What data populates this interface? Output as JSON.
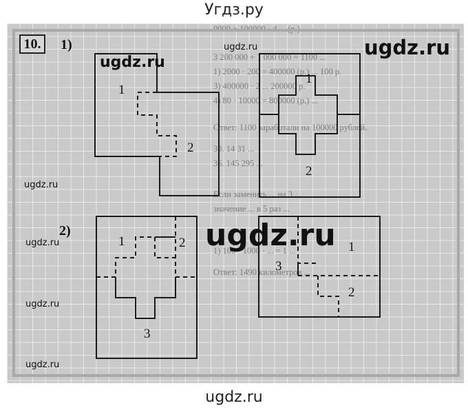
{
  "site": {
    "header": "Угдз.ру",
    "footer": "ugdz.ru"
  },
  "watermarks": {
    "small": "ugdz.ru",
    "large": "ugdz.ru"
  },
  "exercise": {
    "number": "10."
  },
  "part1": {
    "label": "1)",
    "figure_a": {
      "piece1": "1",
      "piece2": "2"
    },
    "figure_b": {
      "piece1": "1",
      "piece2": "2"
    }
  },
  "part2": {
    "label": "2)",
    "figure_a": {
      "piece1": "1",
      "piece2": "2",
      "piece3": "3"
    },
    "figure_b": {
      "piece1": "1",
      "piece2": "2",
      "piece3": "3"
    }
  },
  "bleed_through": [
    "0000 + 100000 · 4 ... (р.)",
    "3 200 000 + 1 000 000 = 1100 ...",
    "1) 2000 · 200 = 400000 (р.) ... 100 р.",
    "3) 400000 · 2 ... 200000 р.",
    "4) 80 · 10000 = 800000 (р.) ...",
    "Ответ: 1100 заработали на 100000 рублей.",
    "38. 14   31   ...",
    "36. 145  295  ...",
    "Если заменить ... на 3 ...",
    "значение ... в 5 раз ...",
    "1) 100 · 1000 · ... = 1 ...",
    "Ответ: 1490 километров ..."
  ]
}
